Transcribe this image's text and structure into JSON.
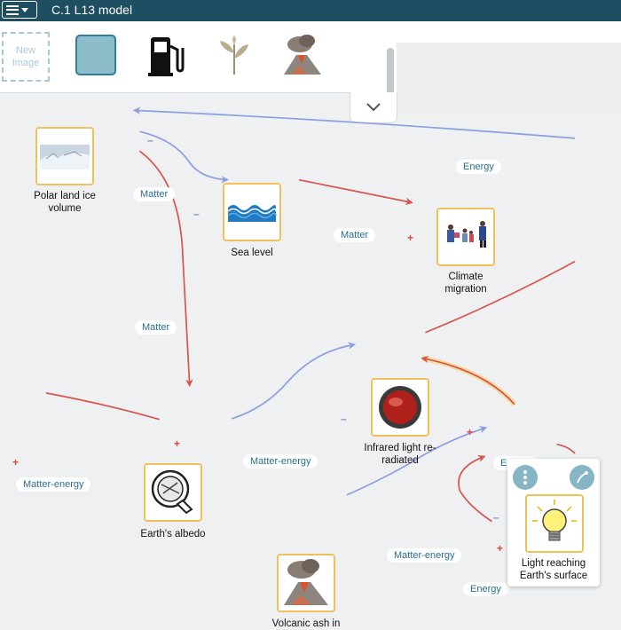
{
  "header": {
    "title": "C.1 L13 model"
  },
  "palette": {
    "new_image_label": "New Image",
    "items": [
      "blank-box",
      "fuel-pump",
      "plant",
      "volcano"
    ]
  },
  "nodes": {
    "polar": {
      "label_line1": "Polar land ice",
      "label_line2": "volume",
      "icon": "ice-landscape"
    },
    "sea": {
      "label": "Sea level",
      "icon": "waves"
    },
    "climate": {
      "label_line1": "Climate",
      "label_line2": "migration",
      "icon": "people-walking"
    },
    "infrared": {
      "label_line1": "Infrared light re-",
      "label_line2": "radiated",
      "icon": "red-button"
    },
    "albedo": {
      "label": "Earth's albedo",
      "icon": "mirror"
    },
    "light": {
      "label_line1": "Light reaching",
      "label_line2": "Earth's surface",
      "icon": "lightbulb"
    },
    "volcanic": {
      "label": "Volcanic ash in",
      "icon": "volcano"
    }
  },
  "links": {
    "energy_top": "Energy",
    "matter_polar_sea": "Matter",
    "matter_sea_climate": "Matter",
    "matter_polar_albedo": "Matter",
    "matter_energy_left": "Matter-energy",
    "matter_energy_albedo_infrared": "Matter-energy",
    "matter_energy_volcanic_light": "Matter-energy",
    "energy_light_infrared": "Energy",
    "energy_bottom": "Energy"
  },
  "signs": {
    "minus": "–",
    "plus": "+"
  },
  "colors": {
    "negative": "#8a9ee0",
    "positive": "#d9534f",
    "node_border": "#f0c15a",
    "accent": "#1e4e62"
  }
}
